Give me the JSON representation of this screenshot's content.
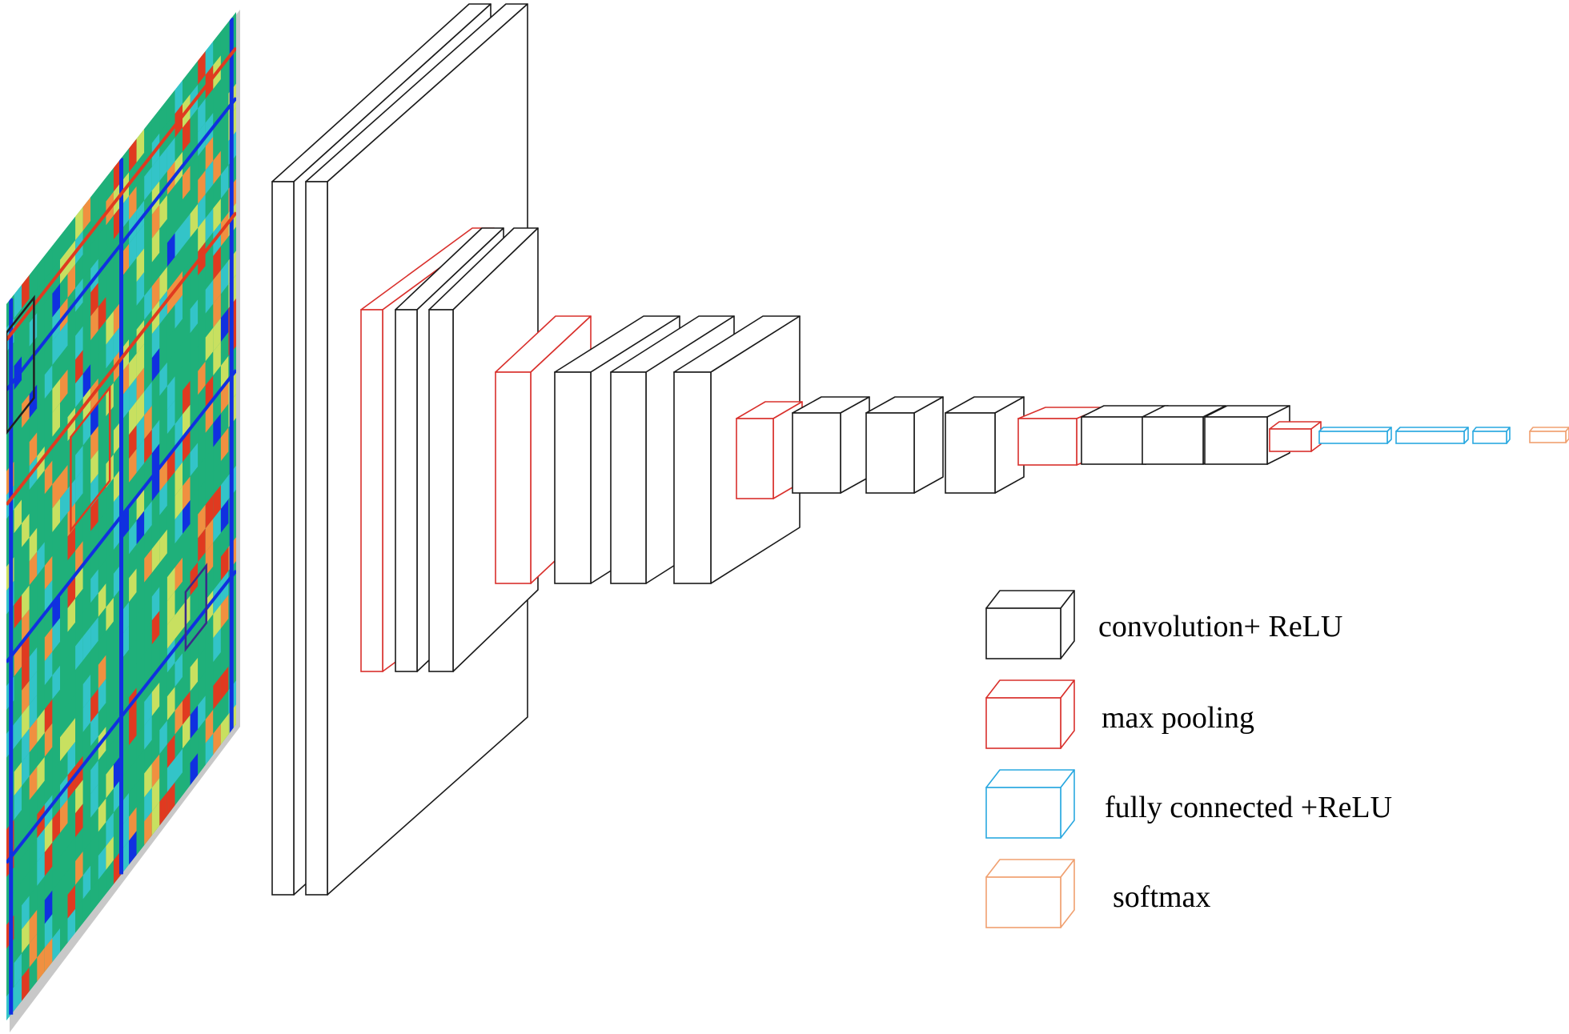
{
  "diagram": {
    "input": {
      "kind": "heatmap-matrix-image",
      "colors": [
        "#1fb07a",
        "#33c4c8",
        "#1030e0",
        "#e03a20",
        "#f09040",
        "#c8e060"
      ]
    },
    "layers": [
      {
        "type": "convolution"
      },
      {
        "type": "convolution"
      },
      {
        "type": "pooling"
      },
      {
        "type": "convolution"
      },
      {
        "type": "convolution"
      },
      {
        "type": "pooling"
      },
      {
        "type": "convolution"
      },
      {
        "type": "convolution"
      },
      {
        "type": "convolution"
      },
      {
        "type": "pooling"
      },
      {
        "type": "convolution"
      },
      {
        "type": "convolution"
      },
      {
        "type": "convolution"
      },
      {
        "type": "pooling"
      },
      {
        "type": "convolution"
      },
      {
        "type": "convolution"
      },
      {
        "type": "convolution"
      },
      {
        "type": "pooling"
      },
      {
        "type": "fully_connected"
      },
      {
        "type": "fully_connected"
      },
      {
        "type": "fully_connected"
      },
      {
        "type": "softmax"
      }
    ],
    "legend": [
      {
        "type": "convolution",
        "label": "convolution+ ReLU",
        "color": "#1a1a1a"
      },
      {
        "type": "pooling",
        "label": "max pooling",
        "color": "#d9302c"
      },
      {
        "type": "fully_connected",
        "label": "fully connected +ReLU",
        "color": "#29a8e0"
      },
      {
        "type": "softmax",
        "label": "softmax",
        "color": "#f0a070"
      }
    ]
  }
}
